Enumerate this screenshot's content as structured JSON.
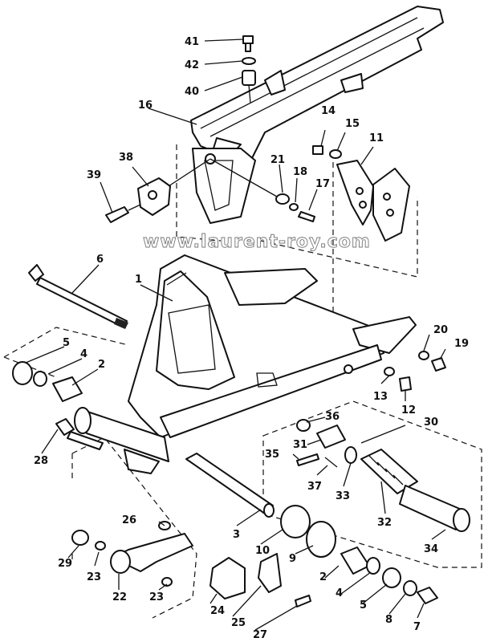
{
  "watermark": "www.laurent-roy.com",
  "callouts": [
    "41",
    "42",
    "40",
    "16",
    "14",
    "15",
    "11",
    "38",
    "21",
    "18",
    "17",
    "39",
    "6",
    "1",
    "20",
    "19",
    "5",
    "4",
    "2",
    "13",
    "12",
    "36",
    "30",
    "31",
    "35",
    "37",
    "33",
    "28",
    "26",
    "32",
    "3",
    "10",
    "29",
    "23",
    "34",
    "22",
    "2",
    "4",
    "5",
    "8",
    "24",
    "25",
    "27",
    "7",
    "9"
  ]
}
